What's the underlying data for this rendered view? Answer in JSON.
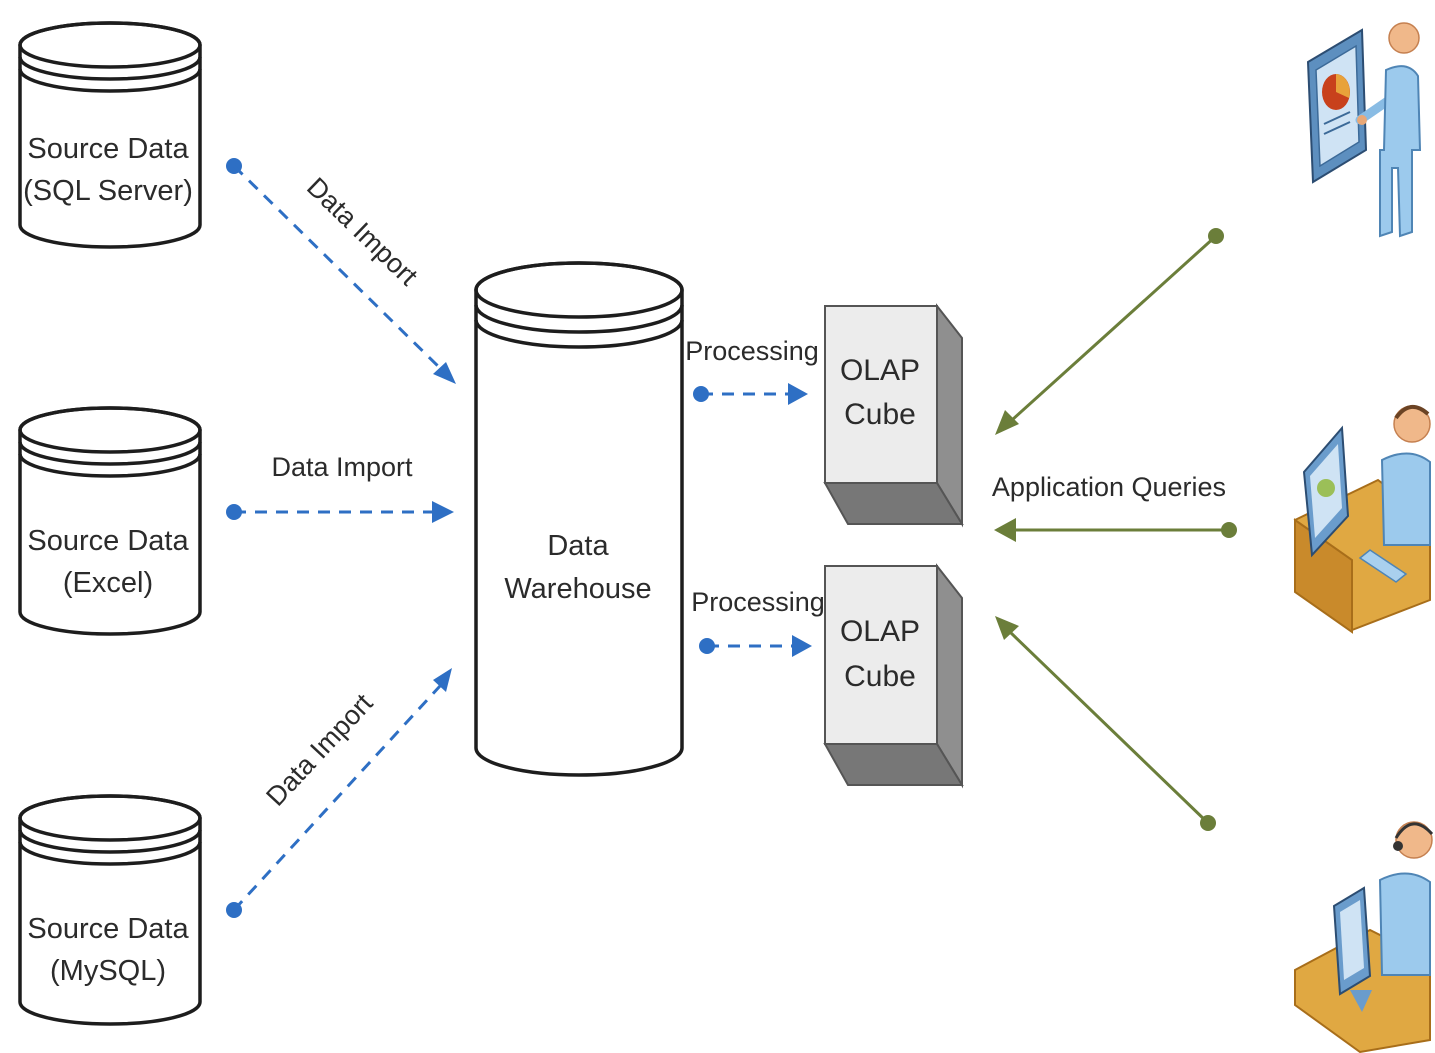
{
  "sources": [
    {
      "line1": "Source Data",
      "line2": "(SQL Server)"
    },
    {
      "line1": "Source Data",
      "line2": "(Excel)"
    },
    {
      "line1": "Source Data",
      "line2": "(MySQL)"
    }
  ],
  "warehouse": {
    "line1": "Data",
    "line2": "Warehouse"
  },
  "cubes": [
    {
      "line1": "OLAP",
      "line2": "Cube"
    },
    {
      "line1": "OLAP",
      "line2": "Cube"
    }
  ],
  "edges": {
    "import_top": "Data Import",
    "import_middle": "Data Import",
    "import_bottom": "Data Import",
    "processing_top": "Processing",
    "processing_bottom": "Processing",
    "queries": "Application Queries"
  },
  "users": [
    {
      "icon": "presenter-icon"
    },
    {
      "icon": "desk-user-icon"
    },
    {
      "icon": "call-center-user-icon"
    }
  ],
  "colors": {
    "import_arrow": "#2e6fc4",
    "query_arrow": "#6b7e3a",
    "cube_front": "#ebebeb",
    "cube_side": "#8a8a8a"
  }
}
